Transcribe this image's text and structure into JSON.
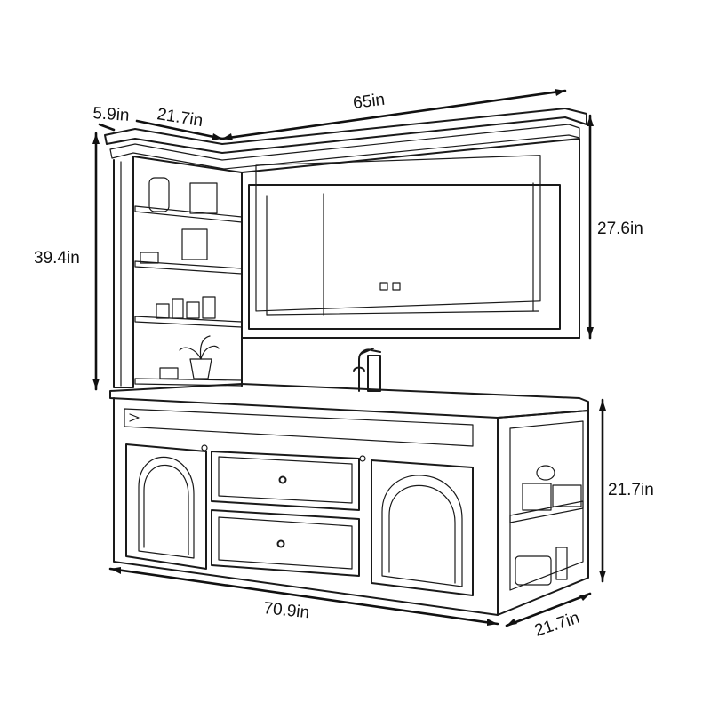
{
  "dimensions": {
    "side_depth_top": "5.9in",
    "side_width_top": "21.7in",
    "top_width": "65in",
    "tower_height": "39.4in",
    "mirror_height": "27.6in",
    "base_height": "21.7in",
    "base_width": "70.9in",
    "base_depth": "21.7in"
  },
  "mirror_buttons": [
    "power-button",
    "light-button"
  ]
}
